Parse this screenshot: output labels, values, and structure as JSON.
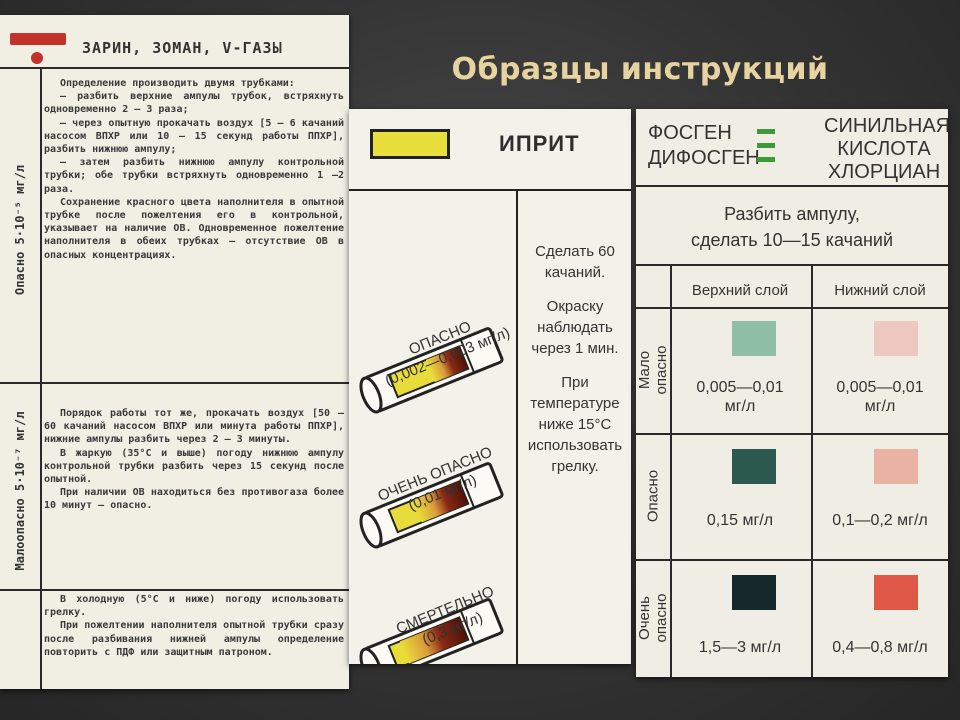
{
  "slide": {
    "title": "Образцы инструкций"
  },
  "sarin_card": {
    "title": "ЗАРИН, ЗОМАН, V-ГАЗЫ",
    "colors": {
      "marker": "#c2312a"
    },
    "section_1": {
      "label": "Опасно 5·10⁻⁵ мг/л",
      "paragraphs": [
        "Определение производить двумя трубками:",
        "— разбить верхние ампулы трубок, встряхнуть одновременно 2 — 3 раза;",
        "— через опытную прокачать воздух [5 — 6 качаний насосом ВПХР или 10 — 15 секунд работы ППХР], разбить нижнюю ампулу;",
        "— затем разбить нижнюю ампулу контрольной трубки; обе трубки встряхнуть одновременно 1 —2 раза.",
        "Сохранение красного цвета наполнителя в опытной трубке после пожелтения его в контрольной, указывает на наличие ОВ. Одновременное пожелтение наполнителя в обеих трубках — отсутствие ОВ в опасных концентрациях."
      ]
    },
    "section_2": {
      "label": "Малоопасно 5·10⁻⁷ мг/л",
      "paragraphs": [
        "Порядок работы тот же, прокачать воздух [50 — 60 качаний насосом ВПХР или минута работы ППХР], нижние ампулы разбить через 2 — 3 минуты.",
        "В жаркую (35°C и выше) погоду нижнюю ампулу контрольной трубки разбить через 15 секунд после опытной.",
        "При наличии ОВ находиться без противогаза более 10 минут — опасно."
      ]
    },
    "section_3": {
      "paragraphs": [
        "В холодную (5°C и ниже) погоду использовать грелку.",
        "При пожелтении наполнителя опытной трубки сразу после разбивания нижней ампулы определение повторить с ПДФ или защитным патроном."
      ]
    }
  },
  "yperite_card": {
    "title": "ИПРИТ",
    "colors": {
      "marker": "#e8de3c",
      "tube_fill": "#e8dc3a",
      "tube_stain": "#5a1a0c"
    },
    "tubes": [
      {
        "label": "ОПАСНО",
        "conc": "(0,002—0,003 мг/л)"
      },
      {
        "label": "ОЧЕНЬ ОПАСНО",
        "conc": "(0,01 мг/л)"
      },
      {
        "label": "СМЕРТЕЛЬНО",
        "conc": "(0,3 мг/л)"
      }
    ],
    "instructions": [
      "Сделать 60 качаний.",
      "Окраску наблюдать через 1 мин.",
      "При температуре ниже 15°С использовать грелку."
    ]
  },
  "phosgene_card": {
    "agents_left": [
      "ФОСГЕН",
      "ДИФОСГЕН"
    ],
    "agents_right": [
      "СИНИЛЬНАЯ",
      "КИСЛОТА",
      "ХЛОРЦИАН"
    ],
    "colors": {
      "marker": "#3c9a3c"
    },
    "instruction_lines": [
      "Разбить ампулу,",
      "сделать 10—15 качаний"
    ],
    "columns": [
      "Верхний слой",
      "Нижний слой"
    ],
    "rows": [
      {
        "label": [
          "Мало",
          "опасно"
        ],
        "upper": {
          "color": "#8fc0a6",
          "value": [
            "0,005—0,01",
            "мг/л"
          ]
        },
        "lower": {
          "color": "#ecc8c0",
          "value": [
            "0,005—0,01",
            "мг/л"
          ]
        }
      },
      {
        "label": [
          "Опасно"
        ],
        "upper": {
          "color": "#2c5a4e",
          "value": [
            "0,15 мг/л"
          ]
        },
        "lower": {
          "color": "#e8b3a3",
          "value": [
            "0,1—0,2 мг/л"
          ]
        }
      },
      {
        "label": [
          "Очень",
          "опасно"
        ],
        "upper": {
          "color": "#16282c",
          "value": [
            "1,5—3 мг/л"
          ]
        },
        "lower": {
          "color": "#e05848",
          "value": [
            "0,4—0,8 мг/л"
          ]
        }
      }
    ]
  }
}
